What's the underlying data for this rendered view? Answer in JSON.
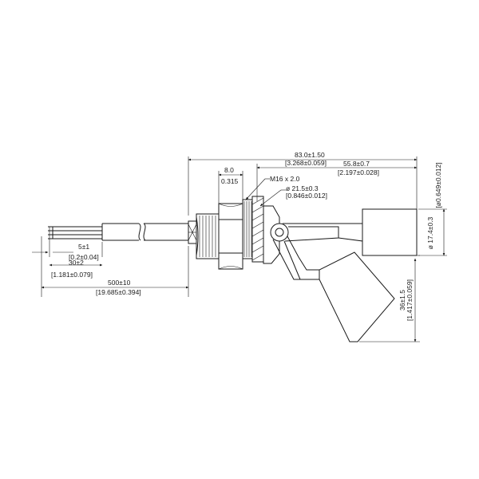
{
  "dimensions": {
    "total_length": "83.0±1.50",
    "total_length_in": "[3.268±0.059]",
    "float_length": "55.8±0.7",
    "float_length_in": "[2.197±0.028]",
    "hex_width": "8.0",
    "hex_width_in": "0.315",
    "thread": "M16 x 2.0",
    "washer_dia": "ø 21.5±0.3",
    "washer_dia_in": "[0.846±0.012]",
    "float_dia": "ø 17.4±0.3",
    "float_dia_in": "[ø0.649±0.012]",
    "drop_height": "36±1.5",
    "drop_height_in": "[1.417±0.059]",
    "strip_length": "5±1",
    "strip_length_in": "[0.2±0.04]",
    "jacket_length": "30±2",
    "jacket_length_in": "[1.181±0.079]",
    "cable_length": "500±10",
    "cable_length_in": "[19.685±0.394]"
  }
}
